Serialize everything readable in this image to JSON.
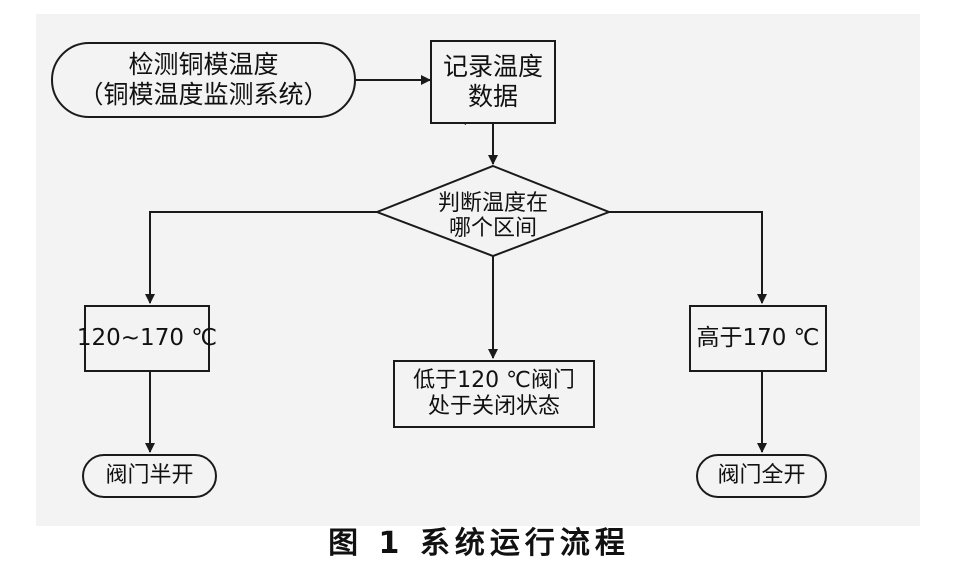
{
  "nodes": {
    "detect_temperature": {
      "line1": "检测铜模温度",
      "line2": "（铜模温度监测系统）"
    },
    "record_temperature": {
      "line1": "记录温度",
      "line2": "数据"
    },
    "judge_range": {
      "line1": "判断温度在",
      "line2": "哪个区间"
    },
    "range_120_170": {
      "label": "120~170 ℃"
    },
    "below_120": {
      "line1": "低于120 ℃阀门",
      "line2": "处于关闭状态"
    },
    "above_170": {
      "label": "高于170 ℃"
    },
    "valve_half_open": {
      "label": "阀门半开"
    },
    "valve_full_open": {
      "label": "阀门全开"
    }
  },
  "caption": "图 1  系统运行流程",
  "colors": {
    "panel_background": "#f3f3f3",
    "line": "#1a1a1a"
  }
}
